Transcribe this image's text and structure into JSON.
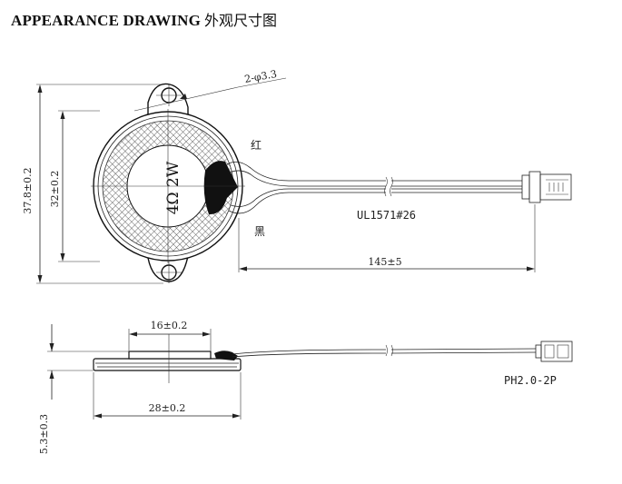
{
  "header": {
    "title_en": "APPEARANCE  DRAWING",
    "title_cn": "外观尺寸图"
  },
  "top_view": {
    "hole_spec": "2-φ3.3",
    "height_outer": "37.8±0.2",
    "height_inner": "32±0.2",
    "speaker_label": "4Ω 2W",
    "wire_red": "红",
    "wire_black": "黑",
    "cable_spec": "UL1571#26",
    "cable_length": "145±5"
  },
  "side_view": {
    "magnet_diameter": "16±0.2",
    "body_diameter": "28±0.2",
    "thickness": "5.3±0.3",
    "connector": "PH2.0-2P"
  }
}
